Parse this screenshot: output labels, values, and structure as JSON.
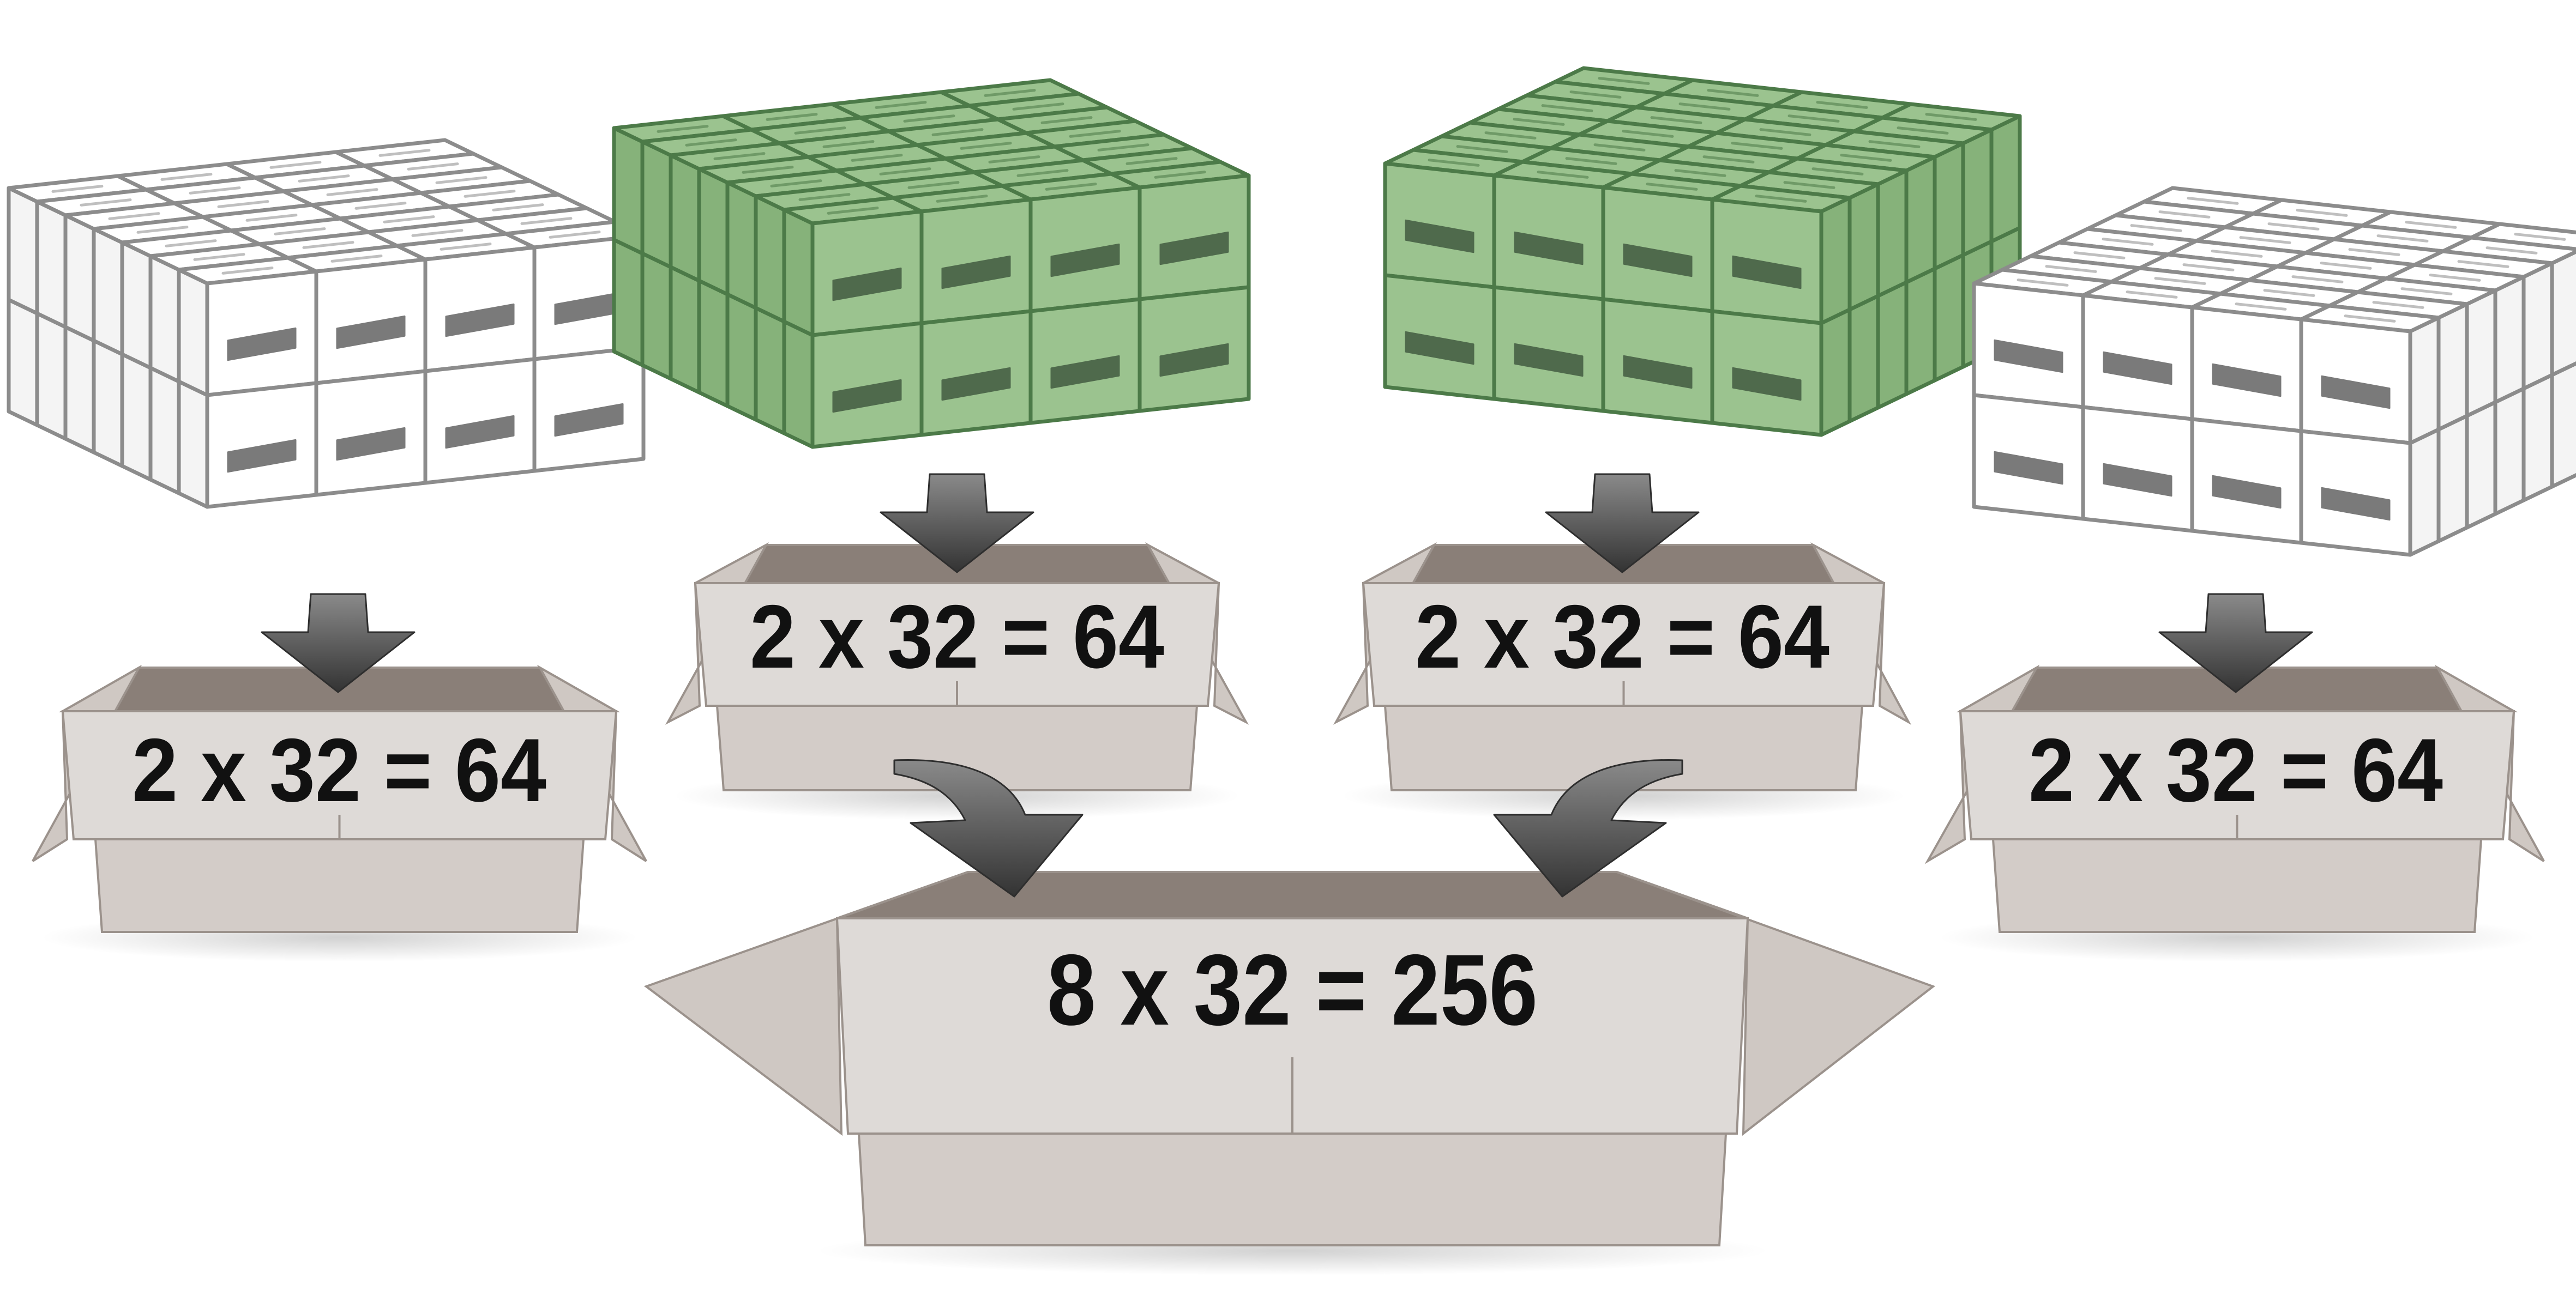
{
  "colors": {
    "white_stack_fill": "#ffffff",
    "white_stack_stroke": "#8c8c8c",
    "green_stack_fill": "#9bc38f",
    "green_stack_fill_dark": "#86b27a",
    "green_stack_stroke": "#4c7a48",
    "handle_white": "#7a7a7a",
    "handle_green": "#4f6a4c",
    "box_front": "#dedad7",
    "box_inside": "#8a7f78",
    "box_lower": "#d3ccc8",
    "box_stroke": "#9b928c",
    "arrow_dark": "#3d3d3d",
    "arrow_light": "#8a8a8a",
    "label_text": "#111111"
  },
  "stacks": [
    {
      "id": "stack-1",
      "variant": "white",
      "rows": 2,
      "cols": 4,
      "depth": 8
    },
    {
      "id": "stack-2",
      "variant": "green",
      "rows": 2,
      "cols": 4,
      "depth": 8
    },
    {
      "id": "stack-3",
      "variant": "green",
      "rows": 2,
      "cols": 4,
      "depth": 8
    },
    {
      "id": "stack-4",
      "variant": "white",
      "rows": 2,
      "cols": 4,
      "depth": 8
    }
  ],
  "small_boxes": [
    {
      "id": "box-1",
      "label": "2 x 32 = 64"
    },
    {
      "id": "box-2",
      "label": "2 x 32 = 64"
    },
    {
      "id": "box-3",
      "label": "2 x 32 = 64"
    },
    {
      "id": "box-4",
      "label": "2 x 32 = 64"
    }
  ],
  "big_box": {
    "id": "box-total",
    "label": "8 x 32 = 256"
  },
  "arrows": [
    {
      "id": "arrow-stack-1",
      "from": "stack-1",
      "to": "box-1",
      "icon": "down-arrow-icon"
    },
    {
      "id": "arrow-stack-2",
      "from": "stack-2",
      "to": "box-2",
      "icon": "down-arrow-icon"
    },
    {
      "id": "arrow-stack-3",
      "from": "stack-3",
      "to": "box-3",
      "icon": "down-arrow-icon"
    },
    {
      "id": "arrow-stack-4",
      "from": "stack-4",
      "to": "box-4",
      "icon": "down-arrow-icon"
    },
    {
      "id": "arrow-box-2-total",
      "from": "box-2",
      "to": "box-total",
      "icon": "curved-arrow-icon"
    },
    {
      "id": "arrow-box-3-total",
      "from": "box-3",
      "to": "box-total",
      "icon": "curved-arrow-icon"
    }
  ]
}
